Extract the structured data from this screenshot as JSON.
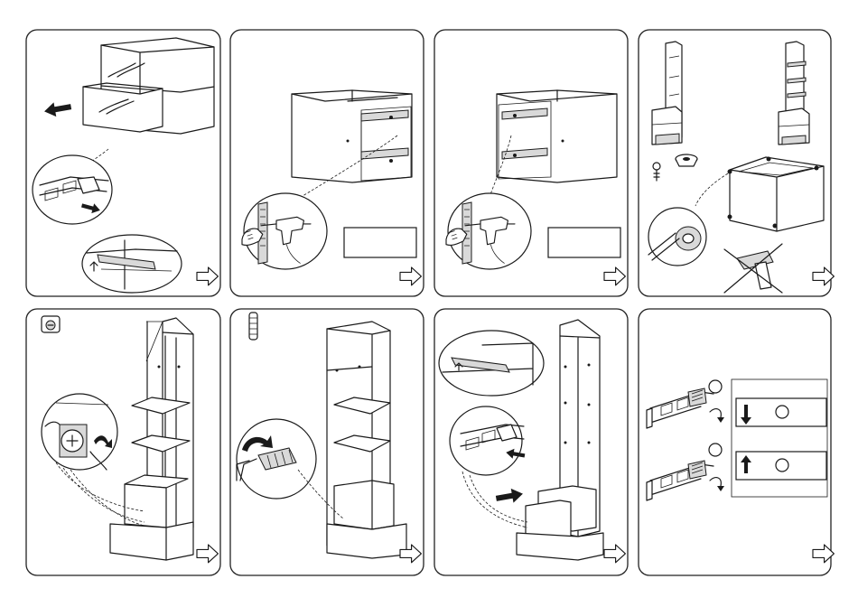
{
  "sheet": {
    "title": "",
    "panels": [
      {
        "id": "step-1",
        "action": "remove-drawer"
      },
      {
        "id": "step-2",
        "action": "drill-drawer-runners-right"
      },
      {
        "id": "step-3",
        "action": "drill-drawer-runners-left"
      },
      {
        "id": "step-4",
        "action": "attach-glides-no-drill"
      },
      {
        "id": "step-5",
        "action": "cam-lock-shelves"
      },
      {
        "id": "step-6",
        "action": "insert-dowel"
      },
      {
        "id": "step-7",
        "action": "reinsert-drawer"
      },
      {
        "id": "step-8",
        "action": "adjust-runner-height"
      }
    ],
    "code_boxes": {
      "step2": "",
      "step3": "",
      "adjust_down": "",
      "adjust_up": ""
    },
    "colors": {
      "line": "#1a1a1a",
      "frame": "#222222",
      "fill": "#ffffff",
      "shade": "#d9d9d9"
    },
    "icons": [
      "arrow-next-icon",
      "drill-icon",
      "hand-icon",
      "screw-icon",
      "glide-icon",
      "cam-lock-icon",
      "dowel-icon",
      "cross-prohibited-icon",
      "arrow-down-icon",
      "arrow-up-icon"
    ]
  }
}
